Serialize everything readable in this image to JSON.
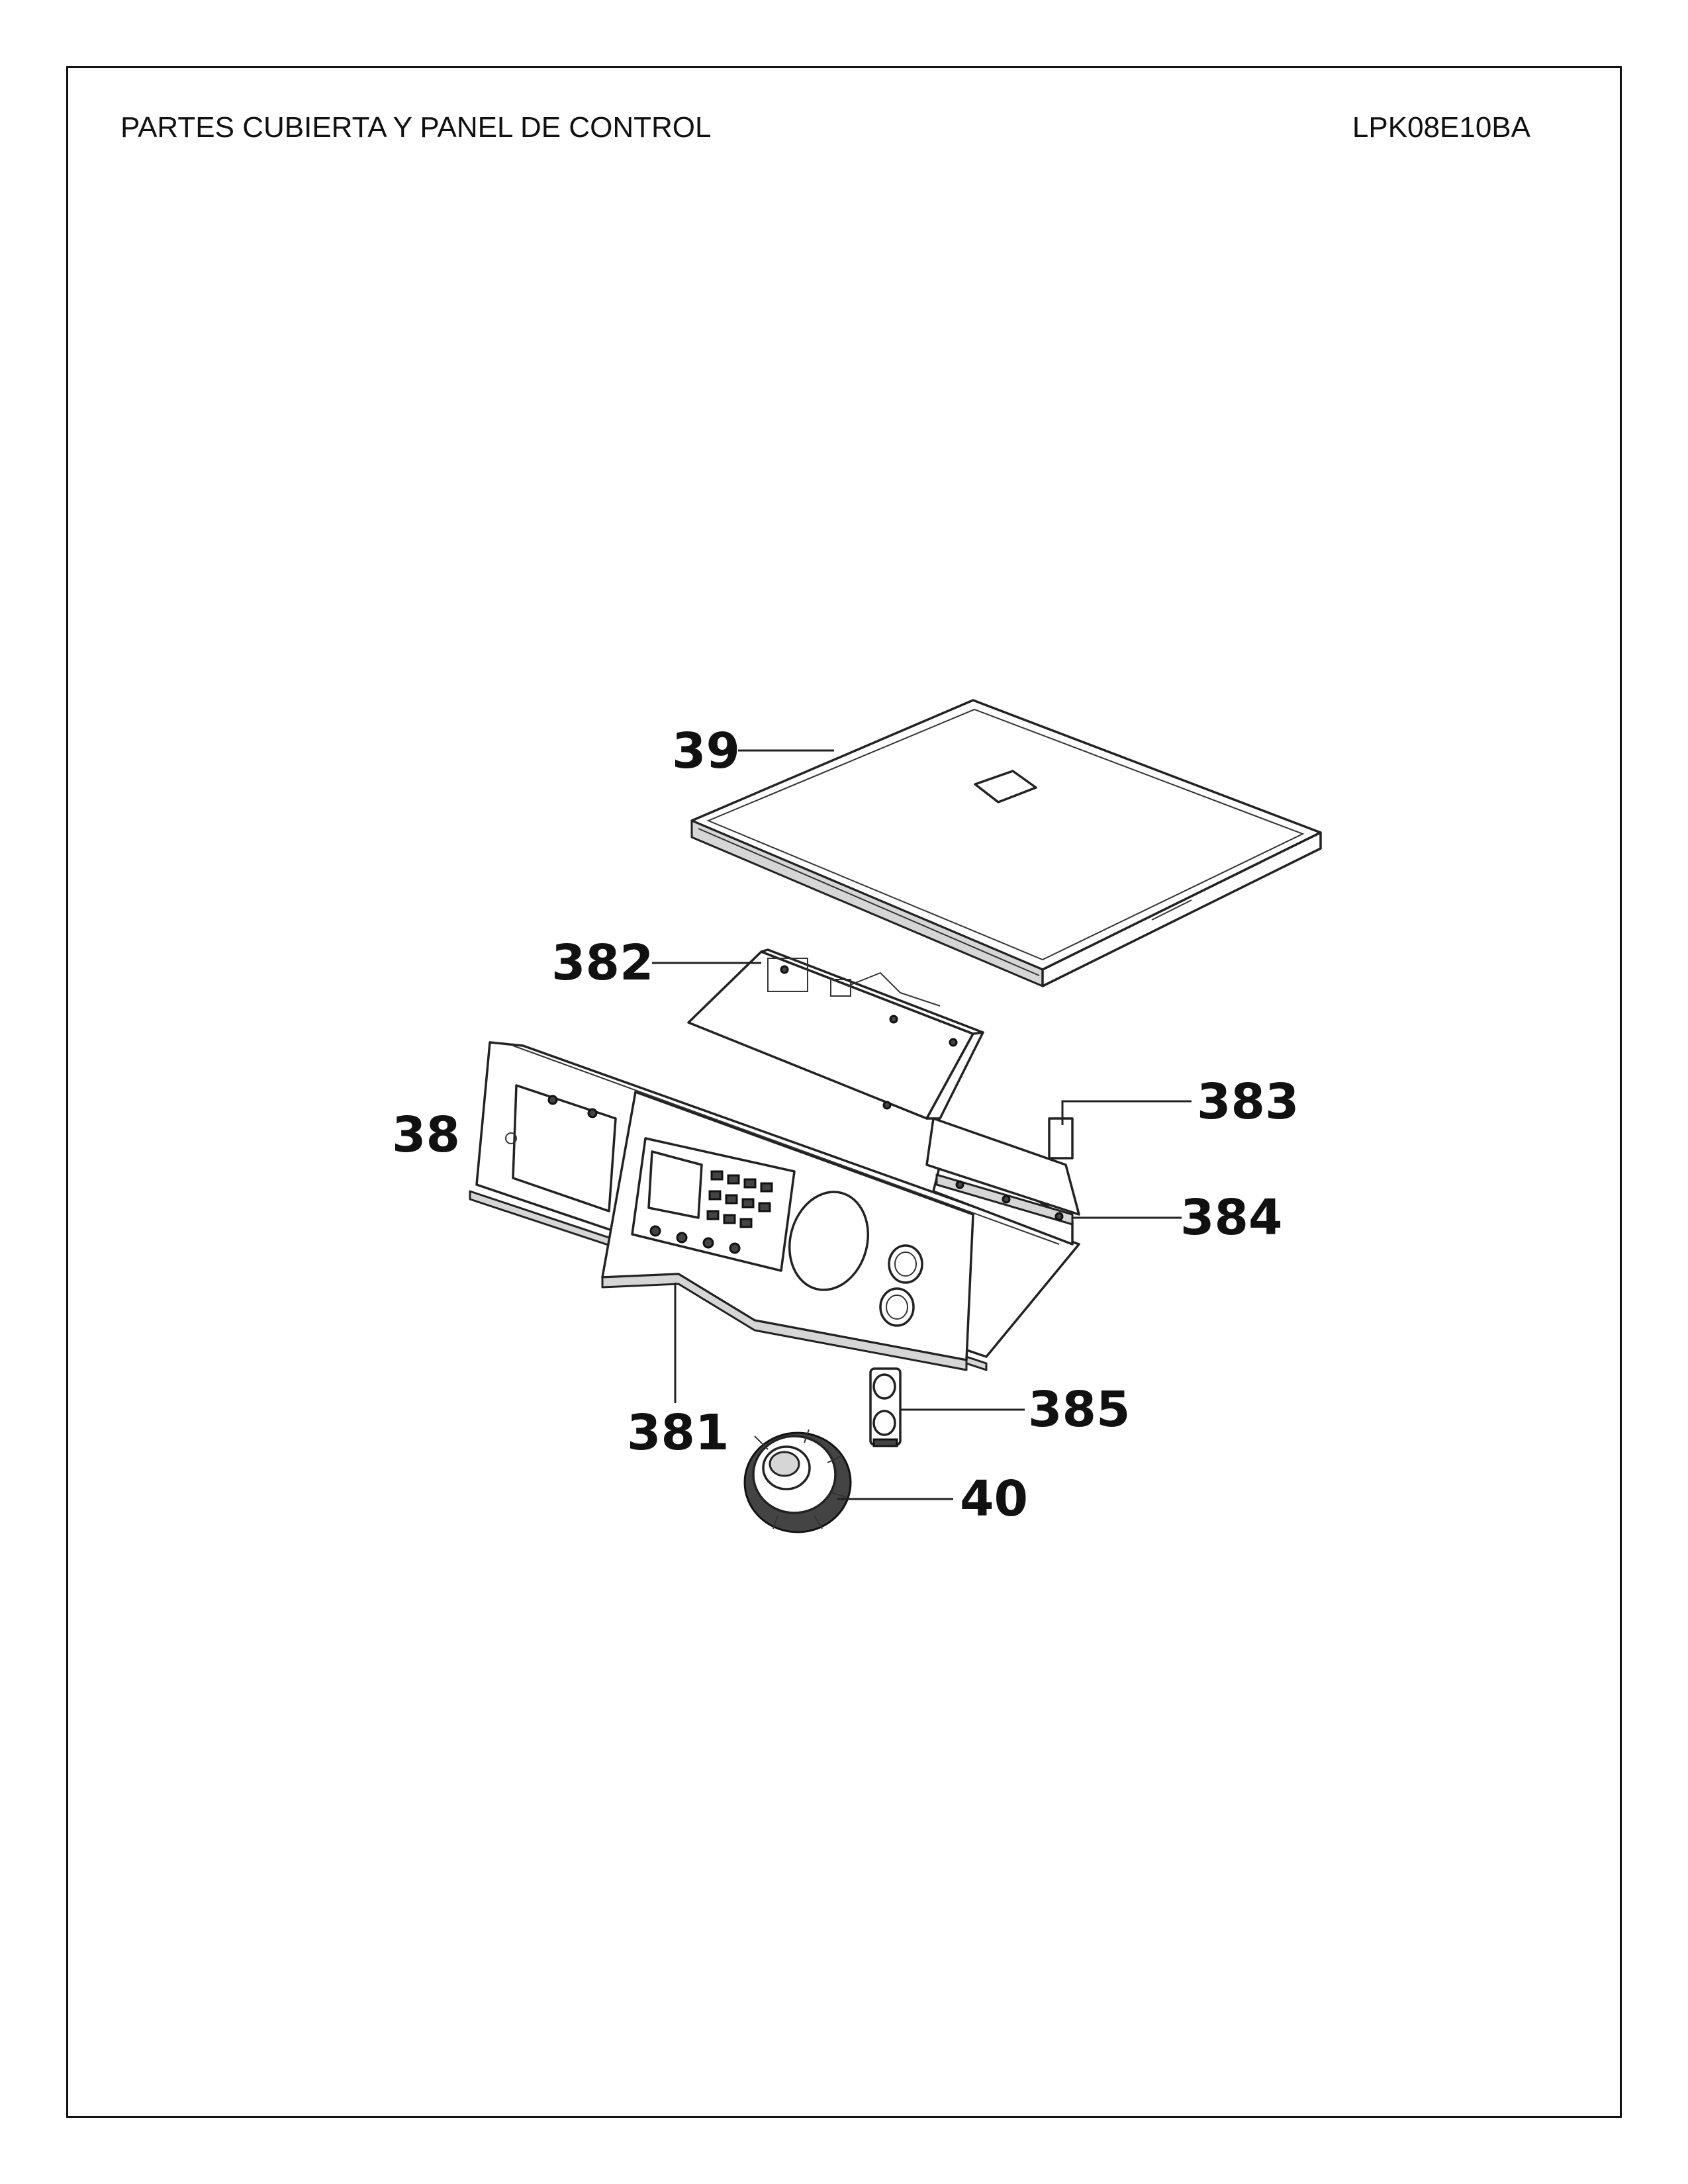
{
  "header": {
    "title": "PARTES CUBIERTA Y PANEL DE CONTROL",
    "model": "LPK08E10BA"
  },
  "callouts": {
    "c39": "39",
    "c382": "382",
    "c38": "38",
    "c383": "383",
    "c384": "384",
    "c381": "381",
    "c385": "385",
    "c40": "40"
  }
}
